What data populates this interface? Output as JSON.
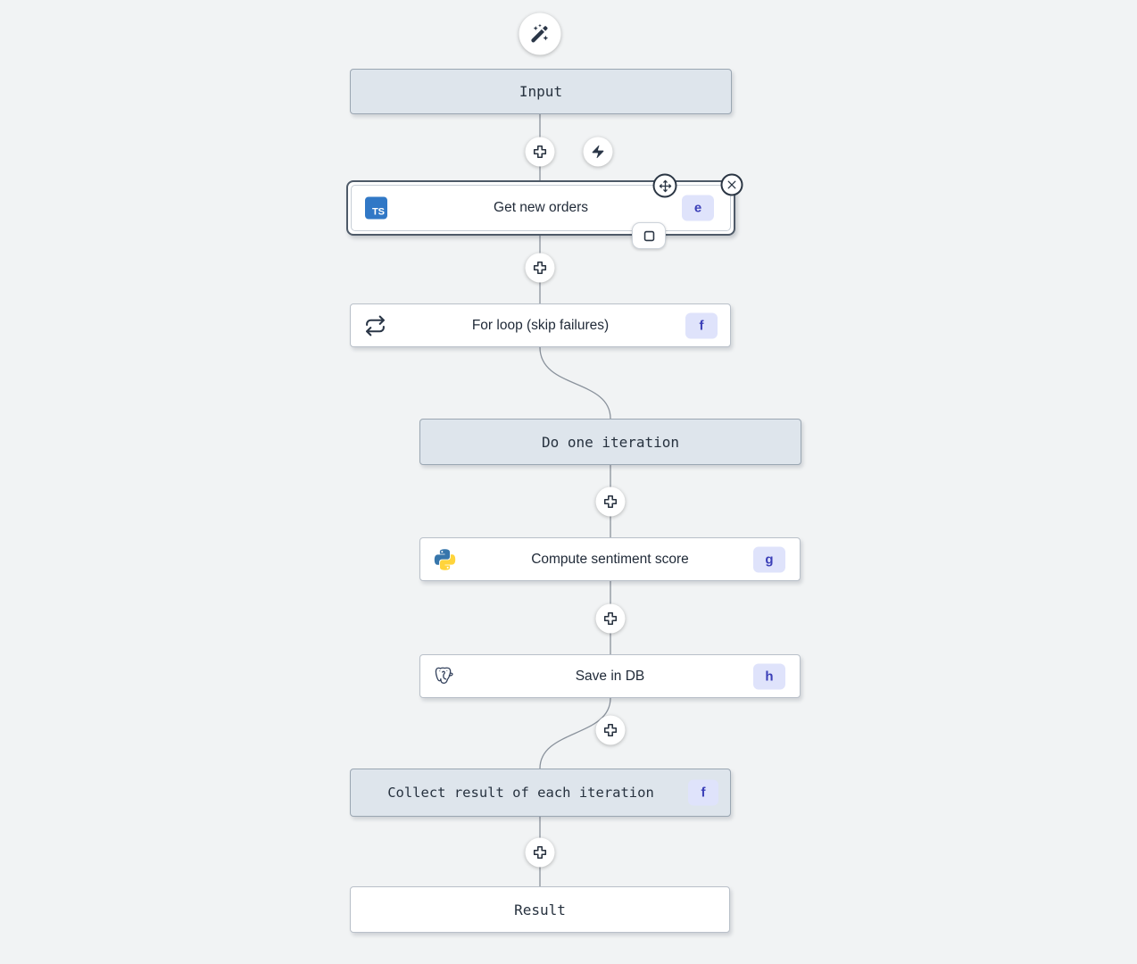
{
  "colors": {
    "background": "#f1f3f4",
    "virtual_node_fill": "#dee5ec",
    "virtual_node_border": "#9aa6b2",
    "node_fill": "#ffffff",
    "node_border": "#b9c0c9",
    "selected_node_border": "#4e5a68",
    "edge": "#8a929c",
    "icon_dark": "#2a3647",
    "badge_bg": "#dfe3fb",
    "badge_text": "#3b3fb8",
    "typescript_blue": "#3178c6",
    "python_blue": "#3776ab",
    "python_yellow": "#ffd43b"
  },
  "icons": {
    "ai_builder": "magic-wand-icon",
    "insert_step": "plus-icon",
    "add_trigger": "lightning-icon",
    "move_node": "move-arrows-icon",
    "delete_node": "close-icon",
    "early_stop": "stop-square-icon",
    "loop": "repeat-icon",
    "typescript": "typescript-icon",
    "python": "python-icon",
    "postgresql": "postgresql-icon"
  },
  "nodes": {
    "input": {
      "label": "Input"
    },
    "get_new_orders": {
      "label": "Get new orders",
      "badge": "e",
      "icon_text": "TS",
      "selected": true
    },
    "for_loop": {
      "label": "For loop (skip failures)",
      "badge": "f"
    },
    "do_one_iteration": {
      "label": "Do one iteration"
    },
    "compute_sentiment": {
      "label": "Compute sentiment score",
      "badge": "g"
    },
    "save_in_db": {
      "label": "Save in DB",
      "badge": "h"
    },
    "collect_result": {
      "label": "Collect result of each iteration",
      "badge": "f"
    },
    "result": {
      "label": "Result"
    }
  }
}
